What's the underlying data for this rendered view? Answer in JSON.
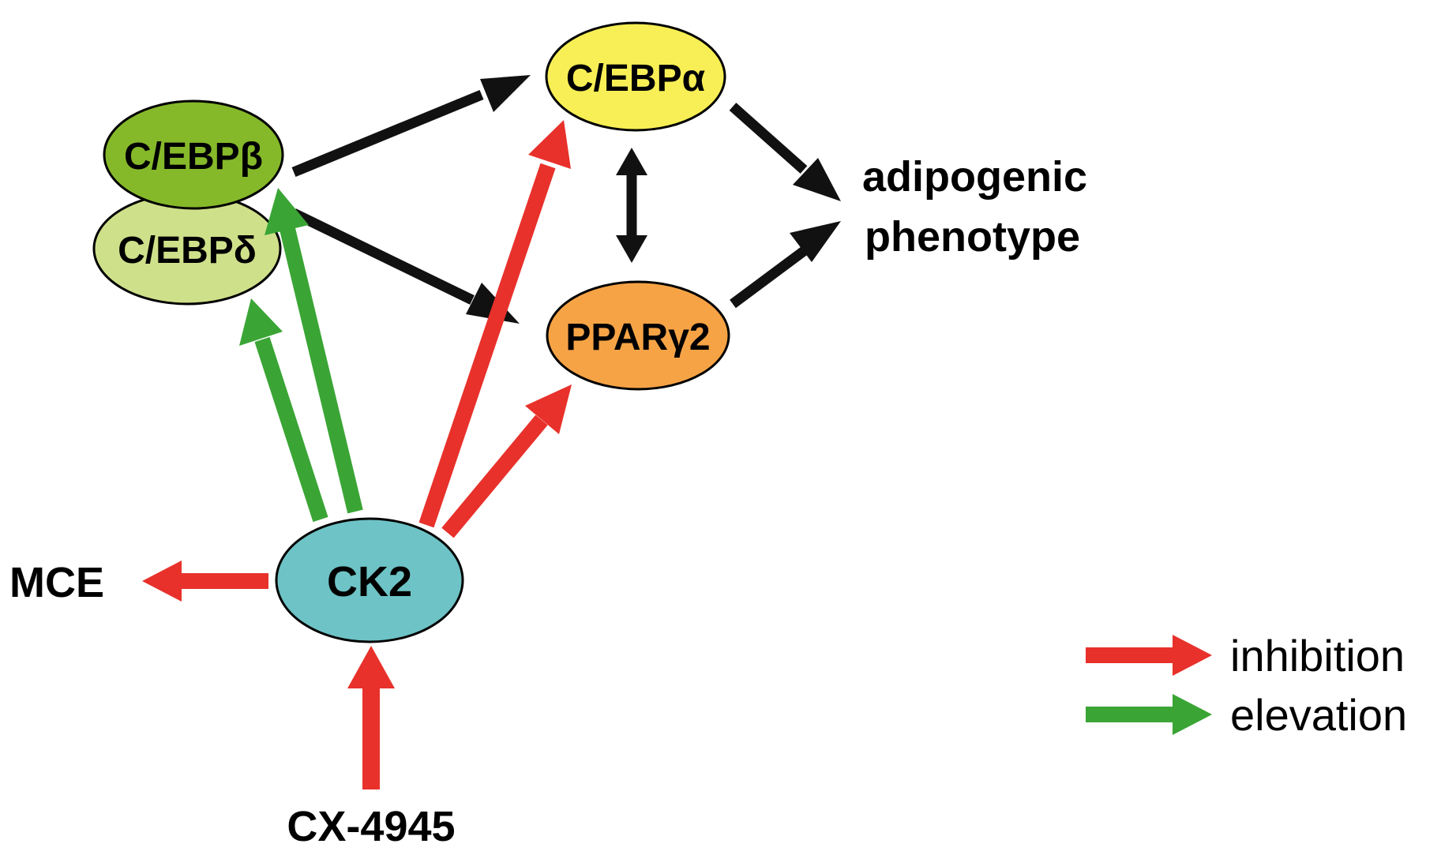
{
  "nodes": {
    "cebp_beta": {
      "label": "C/EBPβ",
      "color": "#86b92a"
    },
    "cebp_delta": {
      "label": "C/EBPδ",
      "color": "#cfe08a"
    },
    "cebp_alpha": {
      "label": "C/EBPα",
      "color": "#f7ef55"
    },
    "ppar_gamma2": {
      "label": "PPARγ2",
      "color": "#f6a346"
    },
    "ck2": {
      "label": "CK2",
      "color": "#6ec3c6"
    }
  },
  "labels": {
    "outcome_line1": "adipogenic",
    "outcome_line2": "phenotype",
    "mce": "MCE",
    "drug": "CX-4945"
  },
  "legend": {
    "inhibition": {
      "label": "inhibition",
      "color": "#e8312b"
    },
    "elevation": {
      "label": "elevation",
      "color": "#3aa535"
    }
  },
  "colors": {
    "black_arrow": "#111111",
    "inhibition": "#e8312b",
    "elevation": "#3aa535"
  }
}
